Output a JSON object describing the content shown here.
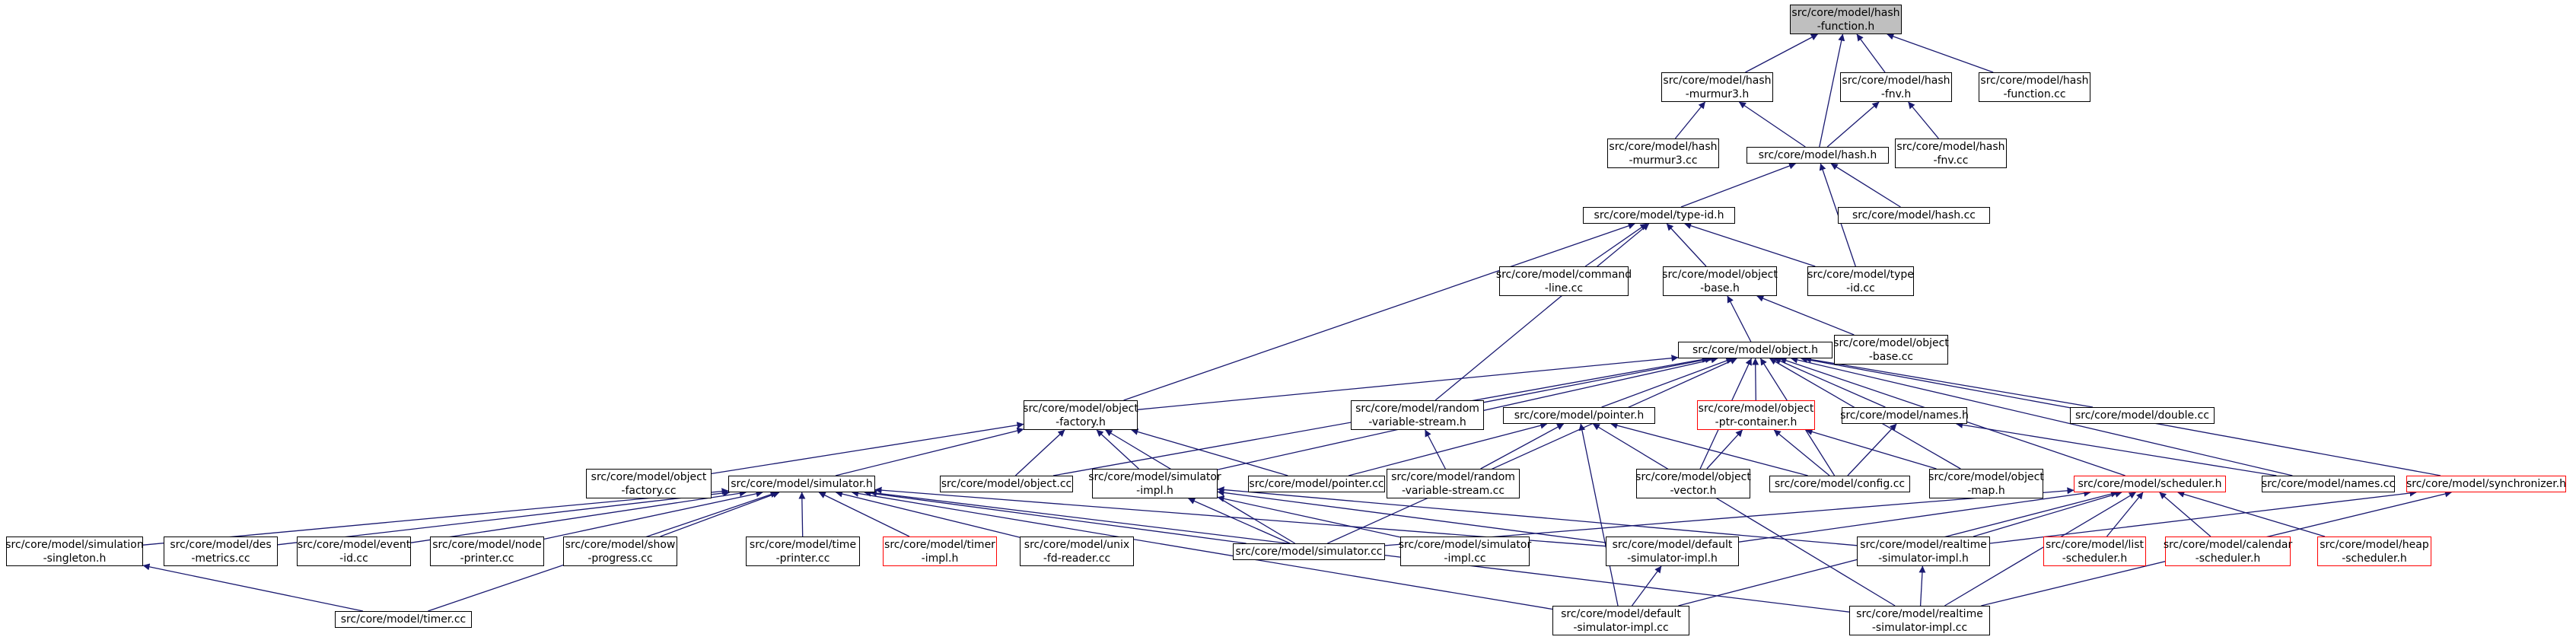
{
  "colors": {
    "edge": "#191970",
    "border": "#000000",
    "truncated_border": "#ff0000",
    "root_fill": "#bfbfbf",
    "text": "#000000"
  },
  "nodes": [
    {
      "id": "hash_function_h",
      "lines": [
        "src/core/model/hash",
        "-function.h"
      ],
      "root": true
    },
    {
      "id": "hash_murmur3_h",
      "lines": [
        "src/core/model/hash",
        "-murmur3.h"
      ]
    },
    {
      "id": "hash_fnv_h",
      "lines": [
        "src/core/model/hash",
        "-fnv.h"
      ]
    },
    {
      "id": "hash_function_cc",
      "lines": [
        "src/core/model/hash",
        "-function.cc"
      ]
    },
    {
      "id": "hash_murmur3_cc",
      "lines": [
        "src/core/model/hash",
        "-murmur3.cc"
      ]
    },
    {
      "id": "hash_h",
      "lines": [
        "src/core/model/hash.h"
      ]
    },
    {
      "id": "hash_fnv_cc",
      "lines": [
        "src/core/model/hash",
        "-fnv.cc"
      ]
    },
    {
      "id": "type_id_h",
      "lines": [
        "src/core/model/type-id.h"
      ]
    },
    {
      "id": "hash_cc",
      "lines": [
        "src/core/model/hash.cc"
      ]
    },
    {
      "id": "command_line_cc",
      "lines": [
        "src/core/model/command",
        "-line.cc"
      ]
    },
    {
      "id": "object_base_h",
      "lines": [
        "src/core/model/object",
        "-base.h"
      ]
    },
    {
      "id": "type_id_cc",
      "lines": [
        "src/core/model/type",
        "-id.cc"
      ]
    },
    {
      "id": "object_base_cc",
      "lines": [
        "src/core/model/object",
        "-base.cc"
      ]
    },
    {
      "id": "object_h",
      "lines": [
        "src/core/model/object.h"
      ]
    },
    {
      "id": "object_factory_h",
      "lines": [
        "src/core/model/object",
        "-factory.h"
      ]
    },
    {
      "id": "random_variable_stream_h",
      "lines": [
        "src/core/model/random",
        "-variable-stream.h"
      ]
    },
    {
      "id": "pointer_h",
      "lines": [
        "src/core/model/pointer.h"
      ]
    },
    {
      "id": "object_ptr_container_h",
      "lines": [
        "src/core/model/object",
        "-ptr-container.h"
      ],
      "truncated": true
    },
    {
      "id": "names_h",
      "lines": [
        "src/core/model/names.h"
      ]
    },
    {
      "id": "double_cc",
      "lines": [
        "src/core/model/double.cc"
      ]
    },
    {
      "id": "object_factory_cc",
      "lines": [
        "src/core/model/object",
        "-factory.cc"
      ]
    },
    {
      "id": "simulator_h",
      "lines": [
        "src/core/model/simulator.h"
      ]
    },
    {
      "id": "object_cc",
      "lines": [
        "src/core/model/object.cc"
      ]
    },
    {
      "id": "simulator_impl_h",
      "lines": [
        "src/core/model/simulator",
        "-impl.h"
      ]
    },
    {
      "id": "pointer_cc",
      "lines": [
        "src/core/model/pointer.cc"
      ]
    },
    {
      "id": "random_variable_stream_cc",
      "lines": [
        "src/core/model/random",
        "-variable-stream.cc"
      ]
    },
    {
      "id": "object_vector_h",
      "lines": [
        "src/core/model/object",
        "-vector.h"
      ]
    },
    {
      "id": "config_cc",
      "lines": [
        "src/core/model/config.cc"
      ]
    },
    {
      "id": "object_map_h",
      "lines": [
        "src/core/model/object",
        "-map.h"
      ]
    },
    {
      "id": "scheduler_h",
      "lines": [
        "src/core/model/scheduler.h"
      ],
      "truncated": true
    },
    {
      "id": "names_cc",
      "lines": [
        "src/core/model/names.cc"
      ]
    },
    {
      "id": "synchronizer_h",
      "lines": [
        "src/core/model/synchronizer.h"
      ],
      "truncated": true
    },
    {
      "id": "simulation_singleton_h",
      "lines": [
        "src/core/model/simulation",
        "-singleton.h"
      ]
    },
    {
      "id": "des_metrics_cc",
      "lines": [
        "src/core/model/des",
        "-metrics.cc"
      ]
    },
    {
      "id": "event_id_cc",
      "lines": [
        "src/core/model/event",
        "-id.cc"
      ]
    },
    {
      "id": "node_printer_cc",
      "lines": [
        "src/core/model/node",
        "-printer.cc"
      ]
    },
    {
      "id": "show_progress_cc",
      "lines": [
        "src/core/model/show",
        "-progress.cc"
      ]
    },
    {
      "id": "time_printer_cc",
      "lines": [
        "src/core/model/time",
        "-printer.cc"
      ]
    },
    {
      "id": "timer_impl_h",
      "lines": [
        "src/core/model/timer",
        "-impl.h"
      ],
      "truncated": true
    },
    {
      "id": "unix_fd_reader_cc",
      "lines": [
        "src/core/model/unix",
        "-fd-reader.cc"
      ]
    },
    {
      "id": "simulator_cc",
      "lines": [
        "src/core/model/simulator.cc"
      ]
    },
    {
      "id": "simulator_impl_cc",
      "lines": [
        "src/core/model/simulator",
        "-impl.cc"
      ]
    },
    {
      "id": "default_simulator_impl_h",
      "lines": [
        "src/core/model/default",
        "-simulator-impl.h"
      ]
    },
    {
      "id": "realtime_simulator_impl_h",
      "lines": [
        "src/core/model/realtime",
        "-simulator-impl.h"
      ]
    },
    {
      "id": "list_scheduler_h",
      "lines": [
        "src/core/model/list",
        "-scheduler.h"
      ],
      "truncated": true
    },
    {
      "id": "calendar_scheduler_h",
      "lines": [
        "src/core/model/calendar",
        "-scheduler.h"
      ],
      "truncated": true
    },
    {
      "id": "heap_scheduler_h",
      "lines": [
        "src/core/model/heap",
        "-scheduler.h"
      ],
      "truncated": true
    },
    {
      "id": "timer_cc",
      "lines": [
        "src/core/model/timer.cc"
      ]
    },
    {
      "id": "default_simulator_impl_cc",
      "lines": [
        "src/core/model/default",
        "-simulator-impl.cc"
      ]
    },
    {
      "id": "realtime_simulator_impl_cc",
      "lines": [
        "src/core/model/realtime",
        "-simulator-impl.cc"
      ]
    }
  ],
  "edges": [
    [
      "hash_murmur3_h",
      "hash_function_h"
    ],
    [
      "hash_fnv_h",
      "hash_function_h"
    ],
    [
      "hash_function_cc",
      "hash_function_h"
    ],
    [
      "hash_h",
      "hash_function_h"
    ],
    [
      "hash_murmur3_cc",
      "hash_murmur3_h"
    ],
    [
      "hash_h",
      "hash_murmur3_h"
    ],
    [
      "hash_h",
      "hash_fnv_h"
    ],
    [
      "hash_fnv_cc",
      "hash_fnv_h"
    ],
    [
      "type_id_h",
      "hash_h"
    ],
    [
      "hash_cc",
      "hash_h"
    ],
    [
      "type_id_cc",
      "hash_h"
    ],
    [
      "command_line_cc",
      "type_id_h"
    ],
    [
      "object_base_h",
      "type_id_h"
    ],
    [
      "type_id_cc",
      "type_id_h"
    ],
    [
      "object_factory_h",
      "type_id_h"
    ],
    [
      "random_variable_stream_h",
      "type_id_h"
    ],
    [
      "object_base_cc",
      "object_base_h"
    ],
    [
      "object_h",
      "object_base_h"
    ],
    [
      "object_factory_h",
      "object_h"
    ],
    [
      "random_variable_stream_h",
      "object_h"
    ],
    [
      "pointer_h",
      "object_h"
    ],
    [
      "object_ptr_container_h",
      "object_h"
    ],
    [
      "names_h",
      "object_h"
    ],
    [
      "double_cc",
      "object_h"
    ],
    [
      "object_cc",
      "object_h"
    ],
    [
      "simulator_impl_h",
      "object_h"
    ],
    [
      "object_vector_h",
      "object_h"
    ],
    [
      "config_cc",
      "object_h"
    ],
    [
      "object_map_h",
      "object_h"
    ],
    [
      "scheduler_h",
      "object_h"
    ],
    [
      "names_cc",
      "object_h"
    ],
    [
      "synchronizer_h",
      "object_h"
    ],
    [
      "simulator_cc",
      "object_h"
    ],
    [
      "object_factory_cc",
      "object_factory_h"
    ],
    [
      "simulator_h",
      "object_factory_h"
    ],
    [
      "object_cc",
      "object_factory_h"
    ],
    [
      "simulator_impl_h",
      "object_factory_h"
    ],
    [
      "pointer_cc",
      "object_factory_h"
    ],
    [
      "simulator_cc",
      "object_factory_h"
    ],
    [
      "random_variable_stream_cc",
      "random_variable_stream_h"
    ],
    [
      "pointer_cc",
      "pointer_h"
    ],
    [
      "random_variable_stream_cc",
      "pointer_h"
    ],
    [
      "config_cc",
      "pointer_h"
    ],
    [
      "default_simulator_impl_cc",
      "pointer_h"
    ],
    [
      "realtime_simulator_impl_cc",
      "pointer_h"
    ],
    [
      "object_vector_h",
      "object_ptr_container_h"
    ],
    [
      "config_cc",
      "object_ptr_container_h"
    ],
    [
      "object_map_h",
      "object_ptr_container_h"
    ],
    [
      "config_cc",
      "names_h"
    ],
    [
      "names_cc",
      "names_h"
    ],
    [
      "simulation_singleton_h",
      "simulator_h"
    ],
    [
      "des_metrics_cc",
      "simulator_h"
    ],
    [
      "event_id_cc",
      "simulator_h"
    ],
    [
      "node_printer_cc",
      "simulator_h"
    ],
    [
      "show_progress_cc",
      "simulator_h"
    ],
    [
      "time_printer_cc",
      "simulator_h"
    ],
    [
      "timer_impl_h",
      "simulator_h"
    ],
    [
      "unix_fd_reader_cc",
      "simulator_h"
    ],
    [
      "simulator_cc",
      "simulator_h"
    ],
    [
      "timer_cc",
      "simulator_h"
    ],
    [
      "default_simulator_impl_h",
      "simulator_h"
    ],
    [
      "default_simulator_impl_cc",
      "simulator_h"
    ],
    [
      "realtime_simulator_impl_cc",
      "simulator_h"
    ],
    [
      "simulator_cc",
      "simulator_impl_h"
    ],
    [
      "simulator_impl_cc",
      "simulator_impl_h"
    ],
    [
      "default_simulator_impl_h",
      "simulator_impl_h"
    ],
    [
      "realtime_simulator_impl_h",
      "simulator_impl_h"
    ],
    [
      "simulator_cc",
      "scheduler_h"
    ],
    [
      "default_simulator_impl_h",
      "scheduler_h"
    ],
    [
      "realtime_simulator_impl_h",
      "scheduler_h"
    ],
    [
      "list_scheduler_h",
      "scheduler_h"
    ],
    [
      "calendar_scheduler_h",
      "scheduler_h"
    ],
    [
      "heap_scheduler_h",
      "scheduler_h"
    ],
    [
      "default_simulator_impl_cc",
      "scheduler_h"
    ],
    [
      "realtime_simulator_impl_cc",
      "scheduler_h"
    ],
    [
      "realtime_simulator_impl_h",
      "synchronizer_h"
    ],
    [
      "realtime_simulator_impl_cc",
      "synchronizer_h"
    ],
    [
      "timer_cc",
      "simulation_singleton_h"
    ],
    [
      "default_simulator_impl_cc",
      "default_simulator_impl_h"
    ],
    [
      "realtime_simulator_impl_cc",
      "realtime_simulator_impl_h"
    ]
  ]
}
